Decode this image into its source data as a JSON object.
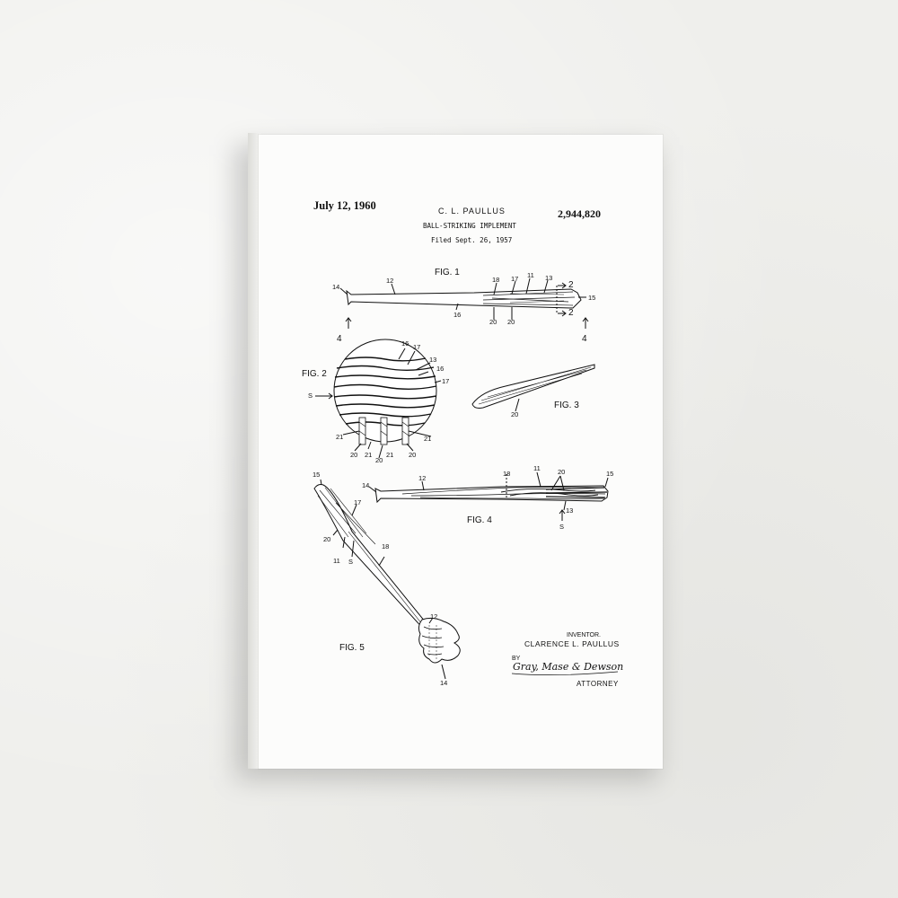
{
  "patent": {
    "date": "July 12, 1960",
    "inventor_short": "C. L. PAULLUS",
    "patent_number": "2,944,820",
    "title": "BALL-STRIKING IMPLEMENT",
    "filed": "Filed Sept. 26, 1957"
  },
  "figures": {
    "fig1": "FIG. 1",
    "fig2": "FIG. 2",
    "fig3": "FIG. 3",
    "fig4": "FIG. 4",
    "fig5": "FIG. 5"
  },
  "callouts": {
    "n2": "2",
    "n4": "4",
    "n11": "11",
    "n12": "12",
    "n13": "13",
    "n14": "14",
    "n15": "15",
    "n16": "16",
    "n17": "17",
    "n18": "18",
    "n20": "20",
    "n21": "21",
    "s": "S"
  },
  "signature_block": {
    "inventor_label": "INVENTOR.",
    "inventor_name": "CLARENCE L. PAULLUS",
    "by": "BY",
    "signature": "Gray, Mase & Dewson",
    "attorney": "ATTORNEY"
  }
}
